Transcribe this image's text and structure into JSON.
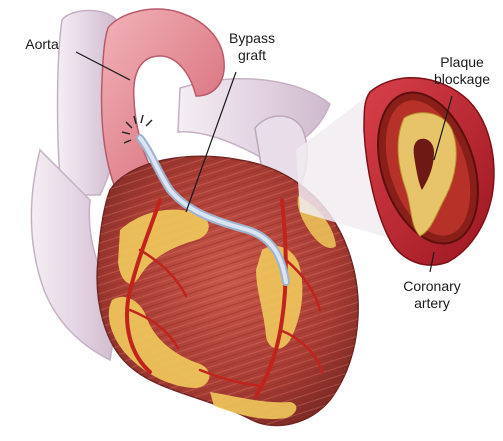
{
  "labels": {
    "aorta": "Aorta",
    "bypass_line1": "Bypass",
    "bypass_line2": "graft",
    "plaque_line1": "Plaque",
    "plaque_line2": "blockage",
    "coronary_line1": "Coronary",
    "coronary_line2": "artery"
  },
  "colors": {
    "aorta_pink": "#e89aa3",
    "vessel_lavender": "#e7dbe6",
    "muscle_red": "#b8483d",
    "fat_yellow": "#efc85c",
    "artery_red": "#c0241d",
    "graft_blue": "#c9d7ea",
    "artery_wall": "#b9202a",
    "lumen_dark": "#6e1a14"
  }
}
